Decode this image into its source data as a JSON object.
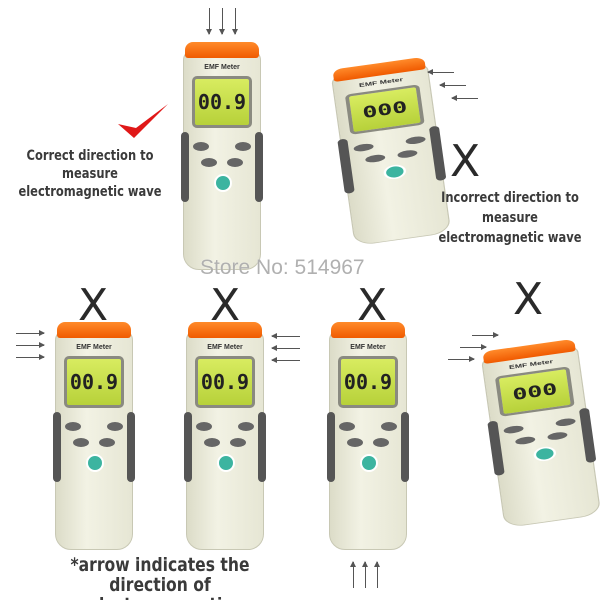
{
  "watermark": "Store No: 514967",
  "meter": {
    "brand": "EMF Meter",
    "reading_upright": "00.9",
    "reading_tilted": "000"
  },
  "captions": {
    "correct": "Correct direction to measure electromagnetic wave",
    "incorrect": "Incorrect direction to measure electromagnetic wave",
    "footnote_line1": "*arrow indicates the",
    "footnote_line2": "direction of electromagnetic"
  },
  "marks": {
    "incorrect": "X"
  },
  "icons": {
    "correct": "checkmark-icon",
    "incorrect": "x-mark",
    "direction": "arrow-icon"
  },
  "colors": {
    "check": "#e01818",
    "cap": "#f56a10",
    "lcd": "#c4dc48"
  }
}
